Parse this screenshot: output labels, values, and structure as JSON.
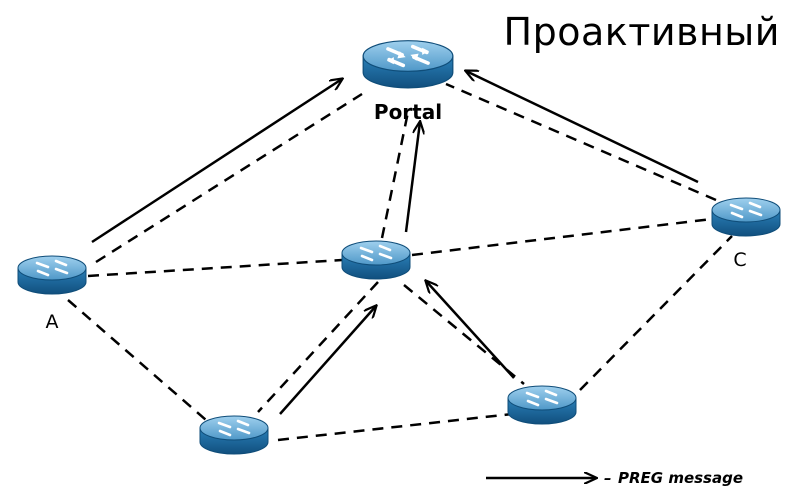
{
  "title": "Проактивный",
  "nodes": {
    "portal": "Portal",
    "a": "A",
    "c": "C"
  },
  "legend": {
    "dash": "–",
    "label": "PREG message"
  },
  "icons": {
    "router": "router-icon",
    "arrow": "arrow-icon"
  },
  "colors": {
    "router_top": "#6fb0d8",
    "router_side": "#1f6fa5",
    "router_edge": "#0f4d79",
    "line": "#000000"
  }
}
